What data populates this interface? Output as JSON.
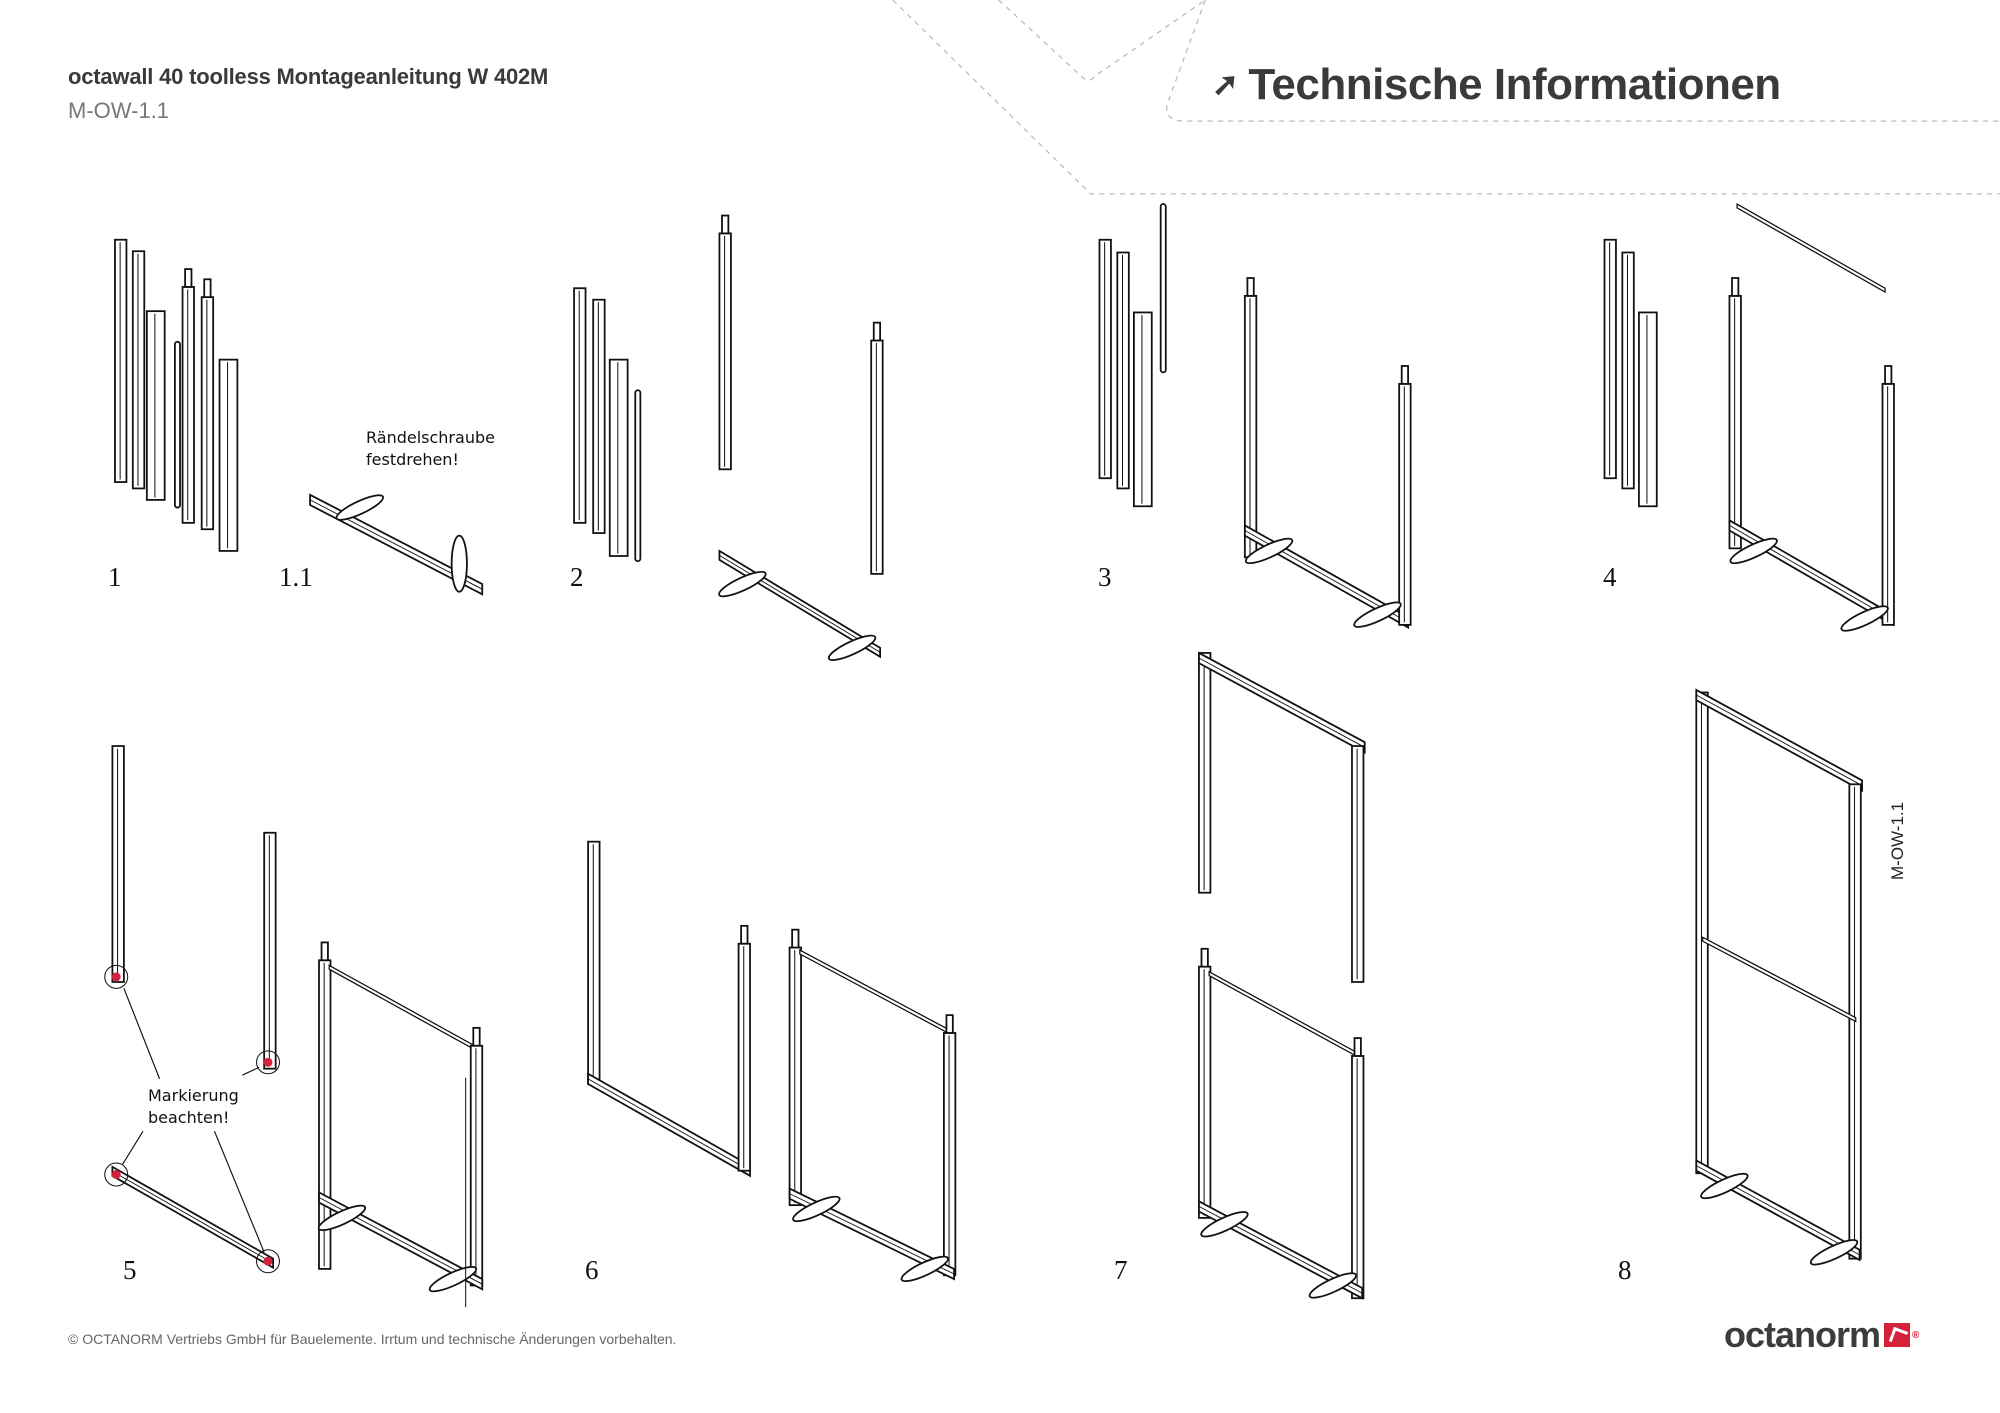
{
  "header": {
    "title": "octawall 40 toolless Montageanleitung W 402M",
    "code": "M-OW-1.1",
    "section_title": "Technische Informationen",
    "section_icon": "arrow-up-right-icon"
  },
  "steps": [
    "1",
    "1.1",
    "2",
    "3",
    "4",
    "5",
    "6",
    "7",
    "8"
  ],
  "notes": {
    "thumbscrew_line1": "Rändelschraube",
    "thumbscrew_line2": "festdrehen!",
    "marking_line1": "Markierung",
    "marking_line2": "beachten!"
  },
  "side_code": "M-OW-1.1",
  "footer": {
    "copyright": "© OCTANORM Vertriebs GmbH für Bauelemente. Irrtum und technische Änderungen vorbehalten.",
    "logo_text": "octanorm",
    "logo_reg": "®"
  },
  "colors": {
    "marker": "#d5213a",
    "text": "#3a3a3a",
    "accent": "#d5213a"
  }
}
